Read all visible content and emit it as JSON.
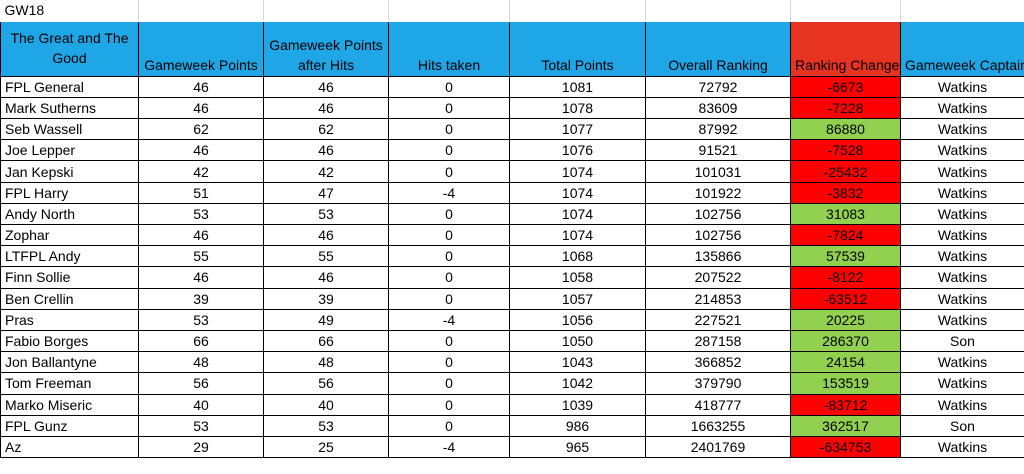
{
  "sheet": {
    "title": "GW18",
    "headers": {
      "name": "The Great and The Good",
      "gw_points": "Gameweek Points",
      "points_after_hits": "Gameweek Points after Hits",
      "hits": "Hits taken",
      "total": "Total Points",
      "overall": "Overall Ranking",
      "change": "Ranking Change",
      "captain": "Gameweek Captain"
    },
    "rows": [
      {
        "name": "FPL General",
        "gw": "46",
        "after": "46",
        "hits": "0",
        "total": "1081",
        "overall": "72792",
        "change": "-6673",
        "captain": "Watkins"
      },
      {
        "name": "Mark Sutherns",
        "gw": "46",
        "after": "46",
        "hits": "0",
        "total": "1078",
        "overall": "83609",
        "change": "-7228",
        "captain": "Watkins"
      },
      {
        "name": "Seb Wassell",
        "gw": "62",
        "after": "62",
        "hits": "0",
        "total": "1077",
        "overall": "87992",
        "change": "86880",
        "captain": "Watkins"
      },
      {
        "name": "Joe Lepper",
        "gw": "46",
        "after": "46",
        "hits": "0",
        "total": "1076",
        "overall": "91521",
        "change": "-7528",
        "captain": "Watkins"
      },
      {
        "name": "Jan Kepski",
        "gw": "42",
        "after": "42",
        "hits": "0",
        "total": "1074",
        "overall": "101031",
        "change": "-25432",
        "captain": "Watkins"
      },
      {
        "name": "FPL Harry",
        "gw": "51",
        "after": "47",
        "hits": "-4",
        "total": "1074",
        "overall": "101922",
        "change": "-3832",
        "captain": "Watkins"
      },
      {
        "name": "Andy North",
        "gw": "53",
        "after": "53",
        "hits": "0",
        "total": "1074",
        "overall": "102756",
        "change": "31083",
        "captain": "Watkins"
      },
      {
        "name": "Zophar",
        "gw": "46",
        "after": "46",
        "hits": "0",
        "total": "1074",
        "overall": "102756",
        "change": "-7824",
        "captain": "Watkins"
      },
      {
        "name": "LTFPL Andy",
        "gw": "55",
        "after": "55",
        "hits": "0",
        "total": "1068",
        "overall": "135866",
        "change": "57539",
        "captain": "Watkins"
      },
      {
        "name": "Finn Sollie",
        "gw": "46",
        "after": "46",
        "hits": "0",
        "total": "1058",
        "overall": "207522",
        "change": "-8122",
        "captain": "Watkins"
      },
      {
        "name": "Ben Crellin",
        "gw": "39",
        "after": "39",
        "hits": "0",
        "total": "1057",
        "overall": "214853",
        "change": "-63512",
        "captain": "Watkins"
      },
      {
        "name": "Pras",
        "gw": "53",
        "after": "49",
        "hits": "-4",
        "total": "1056",
        "overall": "227521",
        "change": "20225",
        "captain": "Watkins"
      },
      {
        "name": "Fabio Borges",
        "gw": "66",
        "after": "66",
        "hits": "0",
        "total": "1050",
        "overall": "287158",
        "change": "286370",
        "captain": "Son"
      },
      {
        "name": "Jon Ballantyne",
        "gw": "48",
        "after": "48",
        "hits": "0",
        "total": "1043",
        "overall": "366852",
        "change": "24154",
        "captain": "Watkins"
      },
      {
        "name": "Tom Freeman",
        "gw": "56",
        "after": "56",
        "hits": "0",
        "total": "1042",
        "overall": "379790",
        "change": "153519",
        "captain": "Watkins"
      },
      {
        "name": "Marko Miseric",
        "gw": "40",
        "after": "40",
        "hits": "0",
        "total": "1039",
        "overall": "418777",
        "change": "-83712",
        "captain": "Watkins"
      },
      {
        "name": "FPL Gunz",
        "gw": "53",
        "after": "53",
        "hits": "0",
        "total": "986",
        "overall": "1663255",
        "change": "362517",
        "captain": "Son"
      },
      {
        "name": "Az",
        "gw": "29",
        "after": "25",
        "hits": "-4",
        "total": "965",
        "overall": "2401769",
        "change": "-634753",
        "captain": "Watkins"
      }
    ]
  },
  "colors": {
    "header_blue": "#1fa6e6",
    "header_change_red": "#e63322",
    "negative_red": "#ff0000",
    "positive_green": "#92d050"
  }
}
